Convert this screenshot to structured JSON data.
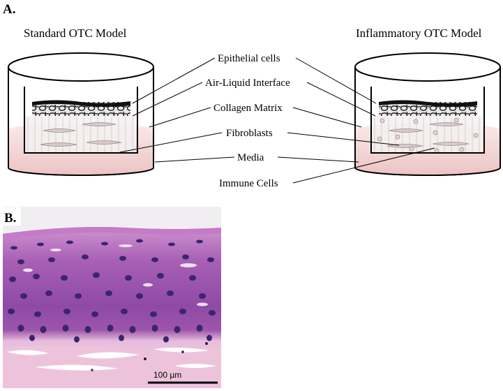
{
  "panel_a": {
    "label": "A.",
    "left_title": "Standard OTC Model",
    "right_title": "Inflammatory OTC Model",
    "labels": {
      "epithelial": "Epithelial cells",
      "ali": "Air-Liquid Interface",
      "collagen": "Collagen Matrix",
      "fibroblasts": "Fibroblasts",
      "media": "Media",
      "immune": "Immune Cells"
    }
  },
  "panel_b": {
    "label": "B.",
    "scale_bar": "100 µm"
  },
  "colors": {
    "media_pink": "#f2d3d3",
    "collagen": "#f2f2f2",
    "tissue_purple": "#a45fb0",
    "nucleus": "#3b2470",
    "stroma_pink": "#e8b4d0"
  }
}
